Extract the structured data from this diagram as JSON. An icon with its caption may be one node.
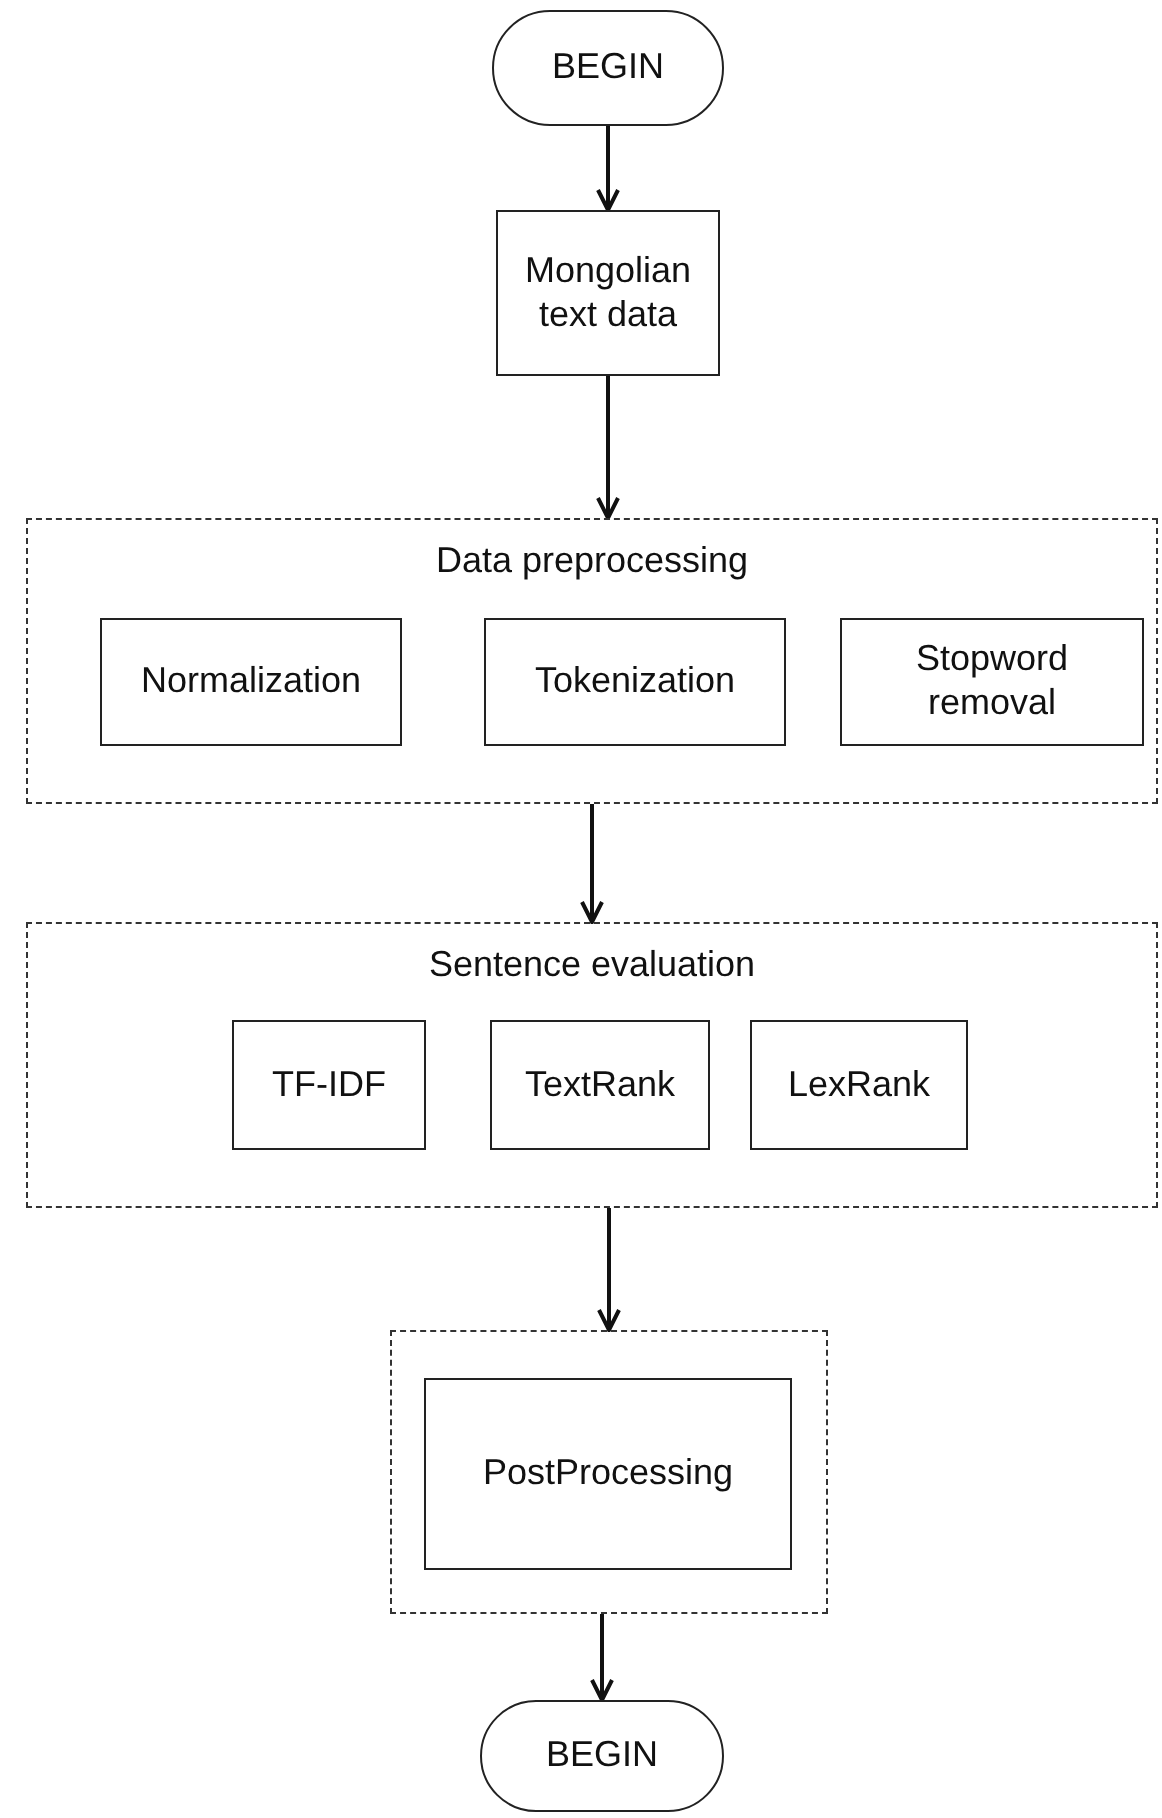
{
  "diagram": {
    "nodes": [
      {
        "text": [
          "BEGIN"
        ]
      },
      {
        "text": [
          "Mongolian text data"
        ]
      },
      {
        "text": [
          "Data preprocessing"
        ]
      },
      {
        "text": [
          "Normalization"
        ],
        "in": 2
      },
      {
        "text": [
          "Tokenization"
        ],
        "in": 2
      },
      {
        "text": [
          "Stopword removal"
        ],
        "in": 2
      },
      {
        "text": [
          "Sentence evaluation"
        ]
      },
      {
        "text": [
          "TF-IDF"
        ],
        "in": 6
      },
      {
        "text": [
          "TextRank"
        ],
        "in": 6
      },
      {
        "text": [
          "LexRank"
        ],
        "in": 6
      },
      {
        "text": [],
        "shape": "box"
      },
      {
        "text": [
          "PostProcessing"
        ],
        "in": 10
      },
      {
        "text": [
          "BEGIN"
        ]
      }
    ],
    "edges": [
      {
        "from": 0,
        "to": 1,
        "arrow": "to"
      },
      {
        "from": 1,
        "to": 2,
        "arrow": "to"
      },
      {
        "from": 2,
        "to": 6,
        "arrow": "to"
      },
      {
        "from": 6,
        "to": 10,
        "arrow": "to"
      },
      {
        "from": 10,
        "to": 12,
        "arrow": "to"
      }
    ]
  }
}
